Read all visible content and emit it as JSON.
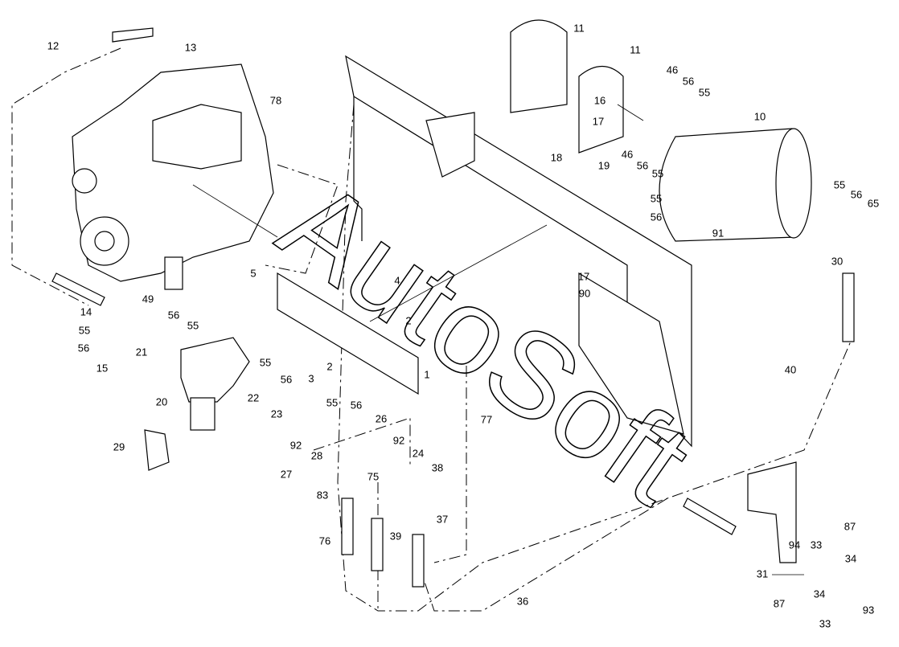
{
  "diagram": {
    "labels": [
      "12",
      "13",
      "11",
      "11",
      "78",
      "46",
      "56",
      "55",
      "10",
      "16",
      "17",
      "18",
      "19",
      "46",
      "56",
      "55",
      "55",
      "56",
      "65",
      "55",
      "56",
      "91",
      "30",
      "5",
      "4",
      "17",
      "90",
      "2",
      "14",
      "49",
      "56",
      "55",
      "55",
      "56",
      "21",
      "15",
      "3",
      "2",
      "1",
      "55",
      "56",
      "40",
      "20",
      "22",
      "55",
      "56",
      "23",
      "26",
      "77",
      "92",
      "92",
      "24",
      "29",
      "28",
      "38",
      "27",
      "75",
      "83",
      "37",
      "39",
      "76",
      "87",
      "94",
      "33",
      "34",
      "31",
      "93",
      "36",
      "34",
      "87",
      "33"
    ],
    "watermark": "AutoSoft"
  }
}
